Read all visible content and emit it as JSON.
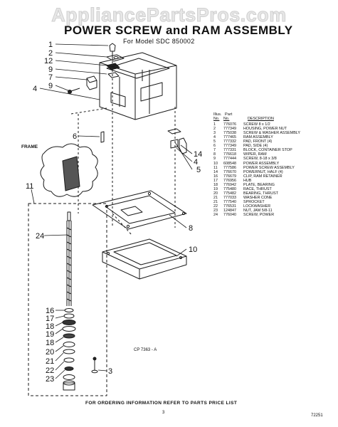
{
  "watermark": "AppliancePartsPros.com",
  "header": {
    "title": "POWER SCREW and RAM ASSEMBLY",
    "subtitle": "For Model SDC 850002"
  },
  "diagram": {
    "frame_label": "FRAME",
    "cp_label": "CP  7363 - A",
    "callouts": [
      "1",
      "2",
      "12",
      "9",
      "7",
      "9",
      "4",
      "6",
      "14",
      "4",
      "5",
      "8",
      "10",
      "11",
      "24",
      "16",
      "17",
      "18",
      "19",
      "18",
      "20",
      "21",
      "22",
      "23",
      "3"
    ]
  },
  "parts_list": {
    "header_line1": [
      "Illus.",
      "Part"
    ],
    "header_line2": [
      "No.",
      "No.",
      "DESCRIPTION"
    ],
    "rows": [
      [
        "1",
        "776076",
        "SCREW 8 x 1/2"
      ],
      [
        "2",
        "777349",
        "HOUSING, POWER NUT"
      ],
      [
        "3",
        "775038",
        "SCREW & WASHER ASSEMBLY"
      ],
      [
        "4",
        "777465",
        "RAM ASSEMBLY"
      ],
      [
        "5",
        "777332",
        "PAD, FRONT (4)"
      ],
      [
        "6",
        "777349",
        "PAD, SIDE (4)"
      ],
      [
        "7",
        "777331",
        "BLOCK, CONTAINER STOP"
      ],
      [
        "8",
        "776618",
        "WIPER, RAM"
      ],
      [
        "9",
        "777444",
        "SCREW, 8-18 x 3/8"
      ],
      [
        "10",
        "608548",
        "POWER ASSEMBLY"
      ],
      [
        "11",
        "777586",
        "POWER SCREW ASSEMBLY"
      ],
      [
        "14",
        "776670",
        "POWERNUT, HALF (4)"
      ],
      [
        "16",
        "776679",
        "CLIP, RAM RETAINER"
      ],
      [
        "17",
        "776956",
        "HUB"
      ],
      [
        "18",
        "776942",
        "PLATE, BEARING"
      ],
      [
        "19",
        "775480",
        "RACE, THRUST"
      ],
      [
        "20",
        "775482",
        "BEARING, THRUST"
      ],
      [
        "21",
        "777033",
        "WASHER CONE"
      ],
      [
        "21",
        "777540",
        "SPROCKET"
      ],
      [
        "22",
        "776531",
        "LOCKWASHER"
      ],
      [
        "23",
        "124847",
        "NUT, JAM 5/8-11"
      ],
      [
        "24",
        "776040",
        "SCREW, POWER"
      ]
    ]
  },
  "footer": {
    "text": "FOR ORDERING INFORMATION REFER TO PARTS PRICE LIST",
    "page_number": "3",
    "doc_number": "72251"
  }
}
